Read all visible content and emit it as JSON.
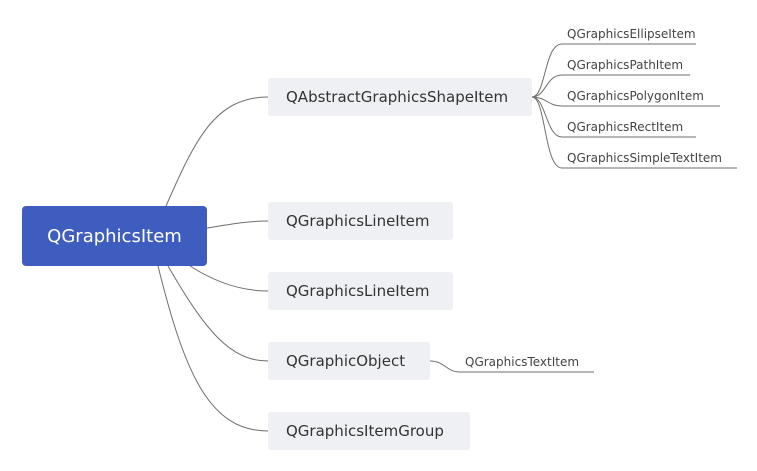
{
  "root": {
    "label": "QGraphicsItem"
  },
  "children": [
    {
      "label": "QAbstractGraphicsShapeItem",
      "children": [
        "QGraphicsEllipseItem",
        "QGraphicsPathItem",
        "QGraphicsPolygonItem",
        "QGraphicsRectItem",
        "QGraphicsSimpleTextItem"
      ]
    },
    {
      "label": "QGraphicsLineItem",
      "children": []
    },
    {
      "label": "QGraphicsLineItem",
      "children": []
    },
    {
      "label": "QGraphicObject",
      "children": [
        "QGraphicsTextItem"
      ]
    },
    {
      "label": "QGraphicsItemGroup",
      "children": []
    }
  ],
  "colors": {
    "root_fill": "#3f5dbf",
    "child_fill": "#eef0f4",
    "connector": "#6e6e6e"
  }
}
